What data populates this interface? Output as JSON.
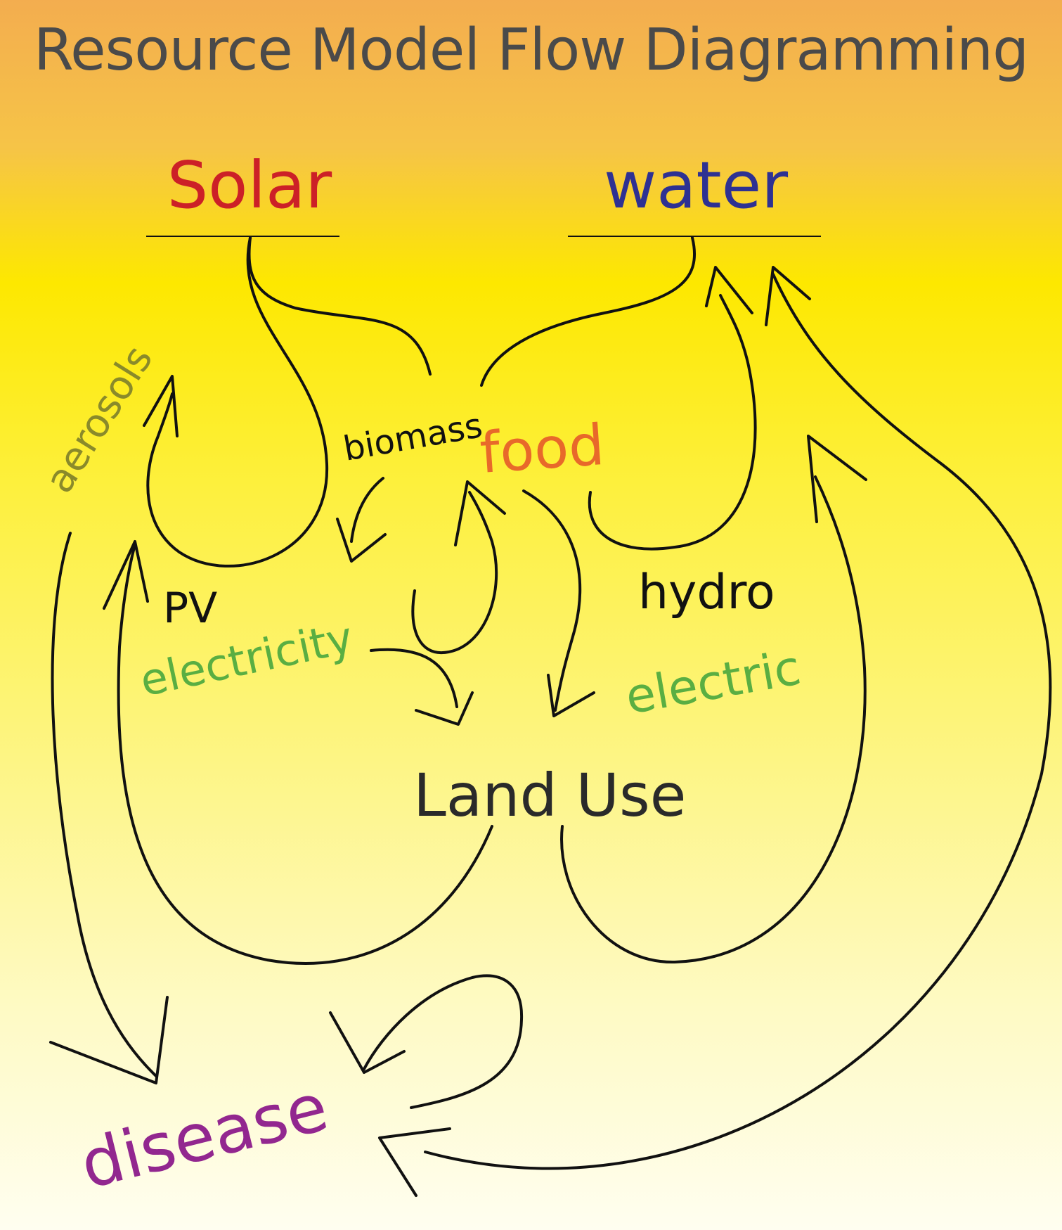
{
  "title": "Resource Model Flow Diagramming",
  "nodes": {
    "solar": "Solar",
    "water": "water",
    "biomass": "biomass",
    "food": "food",
    "pv": "PV",
    "pv_electricity": "electricity",
    "hydro": "hydro",
    "hydro_electric": "electric",
    "land_use": "Land Use",
    "aerosols": "aerosols",
    "disease": "disease"
  },
  "colors": {
    "background_top": "#f3ad4f",
    "background_mid": "#fde800",
    "background_bottom": "#fffef0",
    "title": "#4a4a4a",
    "solar": "#cc2027",
    "water": "#2e3192",
    "food": "#e8692a",
    "electricity": "#5aae42",
    "disease": "#92278f",
    "land_use": "#2a2a2a",
    "aerosols": "#8a8a2a",
    "arrows": "#111111"
  }
}
